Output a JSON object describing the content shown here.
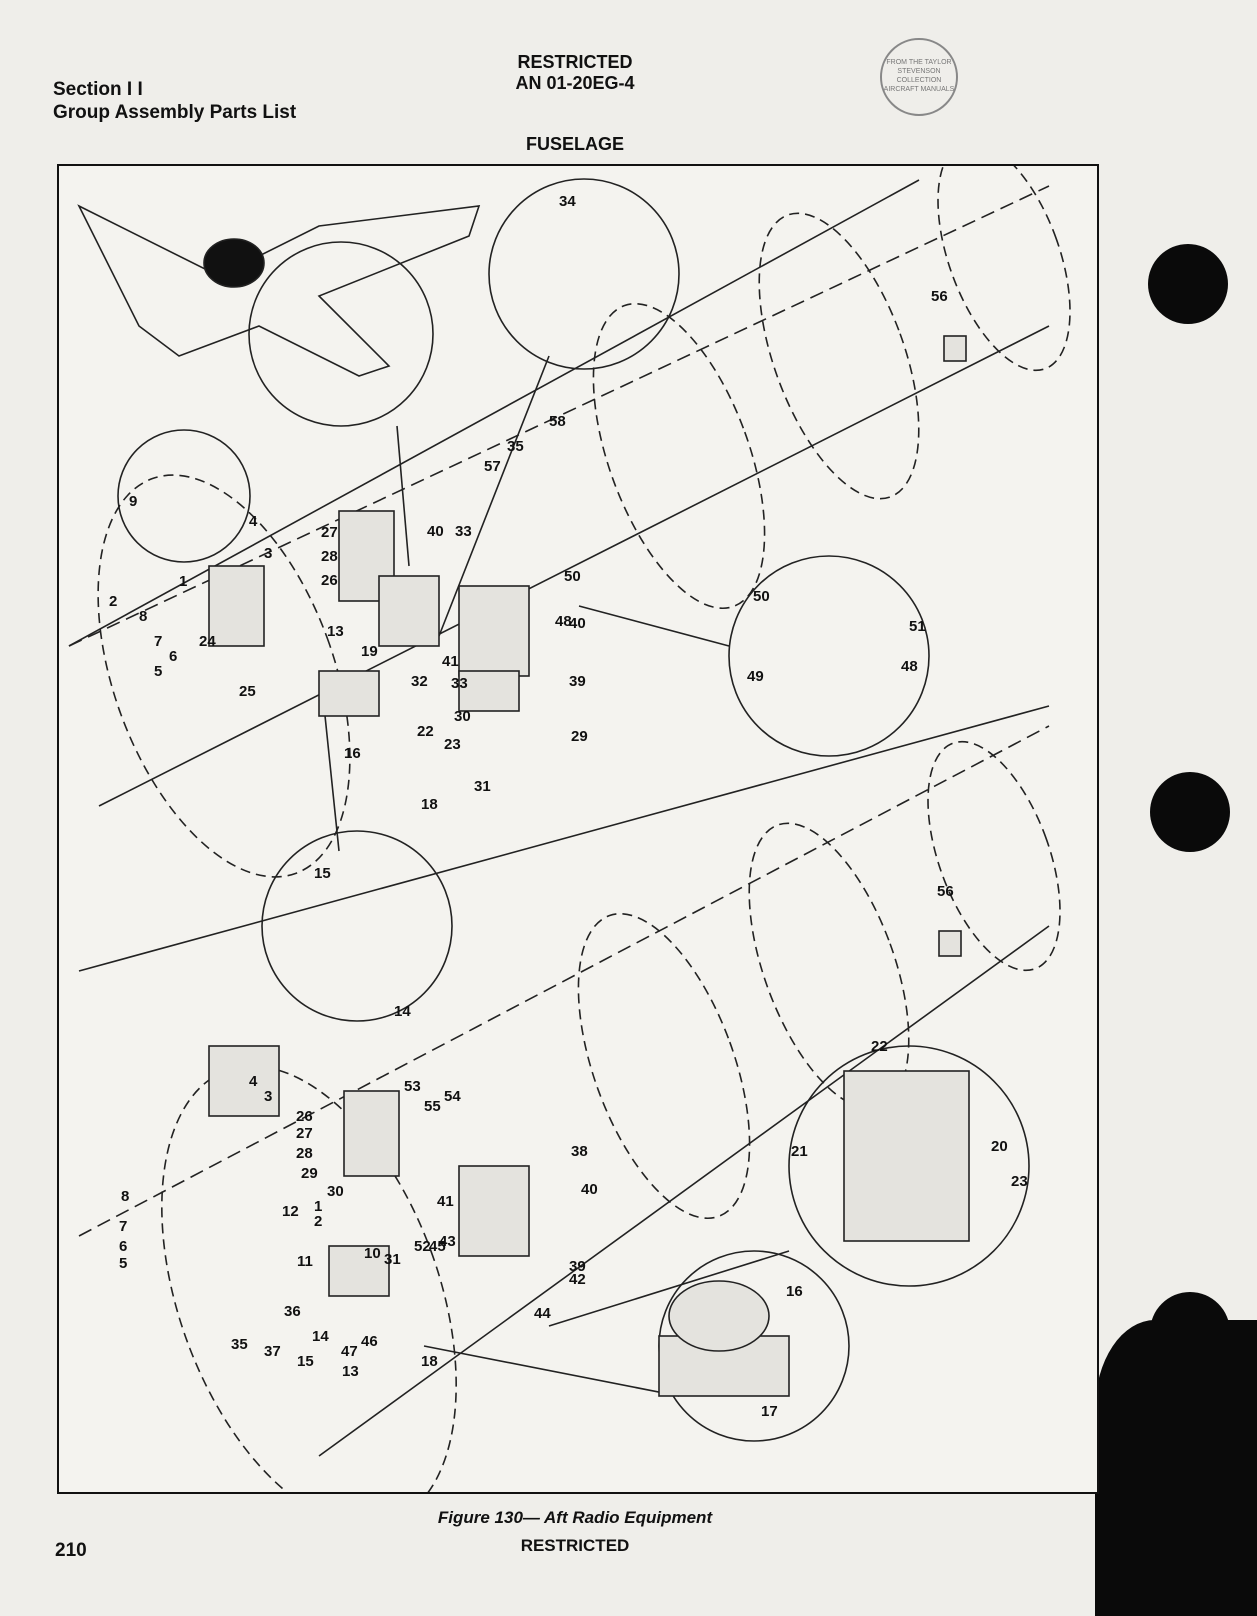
{
  "header": {
    "section": "Section I I",
    "subtitle": "Group Assembly Parts List",
    "classification": "RESTRICTED",
    "document_number": "AN 01-20EG-4",
    "area": "FUSELAGE"
  },
  "stamp": {
    "text": "FROM THE TAYLOR STEVENSON COLLECTION AIRCRAFT MANUALS"
  },
  "figure": {
    "caption": "Figure 130— Aft Radio Equipment",
    "callouts_upper": [
      "1",
      "2",
      "3",
      "4",
      "5",
      "6",
      "7",
      "8",
      "9",
      "13",
      "14",
      "15",
      "16",
      "18",
      "19",
      "22",
      "23",
      "24",
      "25",
      "26",
      "27",
      "28",
      "29",
      "30",
      "31",
      "32",
      "33",
      "33",
      "34",
      "35",
      "39",
      "40",
      "40",
      "41",
      "48",
      "48",
      "49",
      "50",
      "50",
      "51",
      "56",
      "57",
      "58"
    ],
    "callouts_lower": [
      "1",
      "2",
      "3",
      "4",
      "5",
      "6",
      "7",
      "8",
      "10",
      "11",
      "12",
      "13",
      "14",
      "15",
      "16",
      "17",
      "18",
      "20",
      "21",
      "22",
      "23",
      "26",
      "27",
      "28",
      "29",
      "30",
      "31",
      "35",
      "36",
      "37",
      "38",
      "39",
      "40",
      "41",
      "42",
      "43",
      "44",
      "45",
      "46",
      "47",
      "52",
      "53",
      "54",
      "55",
      "56"
    ]
  },
  "footer": {
    "classification": "RESTRICTED",
    "page_number": "210"
  }
}
